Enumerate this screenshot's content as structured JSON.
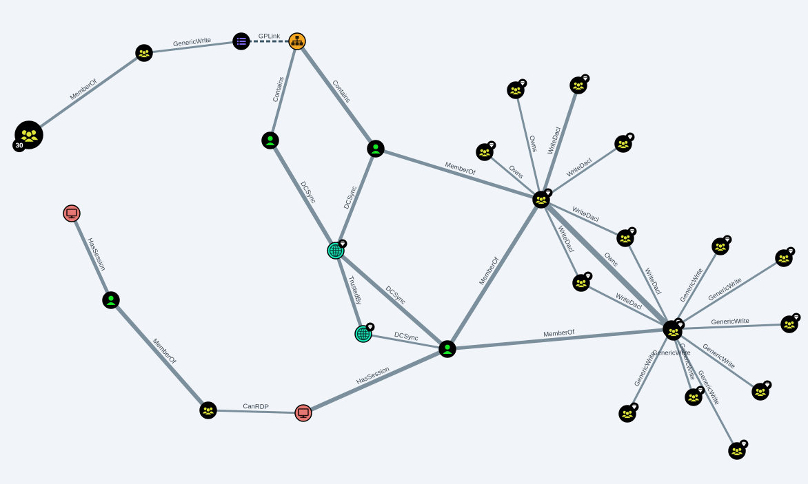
{
  "graph": {
    "background": "#f1f5f9",
    "edge_color": "#7b8f9c",
    "edge_dashed_color": "#3a5566",
    "node_colors": {
      "group": "#dde339",
      "user": "#17e625",
      "computer": "#e67873",
      "domain": "#17e6b9",
      "ou": "#f5a623",
      "gpo": "#7b68ee"
    },
    "nodes": [
      {
        "id": "grp30",
        "type": "group",
        "big": true,
        "count": "30"
      },
      {
        "id": "grpTop",
        "type": "group"
      },
      {
        "id": "gpo",
        "type": "gpo"
      },
      {
        "id": "ou",
        "type": "ou"
      },
      {
        "id": "userA",
        "type": "user"
      },
      {
        "id": "userB",
        "type": "user"
      },
      {
        "id": "dom1",
        "type": "domain",
        "badge": true
      },
      {
        "id": "dom2",
        "type": "domain",
        "badge": true
      },
      {
        "id": "userC",
        "type": "user"
      },
      {
        "id": "compTop",
        "type": "computer"
      },
      {
        "id": "userD",
        "type": "user"
      },
      {
        "id": "grpCanRDP",
        "type": "group"
      },
      {
        "id": "compBot",
        "type": "computer"
      },
      {
        "id": "hubA",
        "type": "group",
        "badge": true
      },
      {
        "id": "hubB",
        "type": "group",
        "badge": true
      },
      {
        "id": "aTop1",
        "type": "group",
        "badge": true
      },
      {
        "id": "aTop2",
        "type": "group",
        "badge": true
      },
      {
        "id": "aLeft",
        "type": "group",
        "badge": true
      },
      {
        "id": "aRight",
        "type": "group",
        "badge": true
      },
      {
        "id": "mid1",
        "type": "group",
        "badge": true
      },
      {
        "id": "mid2",
        "type": "group",
        "badge": true
      },
      {
        "id": "b1",
        "type": "group",
        "badge": true
      },
      {
        "id": "b2",
        "type": "group",
        "badge": true
      },
      {
        "id": "b3",
        "type": "group",
        "badge": true
      },
      {
        "id": "b4",
        "type": "group",
        "badge": true
      },
      {
        "id": "b5",
        "type": "group",
        "badge": true
      },
      {
        "id": "b6",
        "type": "group",
        "badge": true
      },
      {
        "id": "b7",
        "type": "group",
        "badge": true
      },
      {
        "id": "b8",
        "type": "group",
        "badge": true
      }
    ],
    "edges": [
      {
        "from": "grp30",
        "to": "grpTop",
        "label": "MemberOf",
        "weight": 4
      },
      {
        "from": "grpTop",
        "to": "gpo",
        "label": "GenericWrite",
        "weight": 3
      },
      {
        "from": "gpo",
        "to": "ou",
        "label": "GPLink",
        "weight": 3,
        "dashed": true
      },
      {
        "from": "ou",
        "to": "userA",
        "label": "Contains",
        "weight": 4
      },
      {
        "from": "ou",
        "to": "userB",
        "label": "Contains",
        "weight": 6
      },
      {
        "from": "userA",
        "to": "dom1",
        "label": "DCSync",
        "weight": 6
      },
      {
        "from": "userB",
        "to": "dom1",
        "label": "DCSync",
        "weight": 5
      },
      {
        "from": "userB",
        "to": "hubA",
        "label": "MemberOf",
        "weight": 5
      },
      {
        "from": "dom1",
        "to": "dom2",
        "label": "TrustedBy",
        "weight": 5
      },
      {
        "from": "dom1",
        "to": "userC",
        "label": "DCSync",
        "weight": 6
      },
      {
        "from": "dom2",
        "to": "userC",
        "label": "DCSync",
        "weight": 3
      },
      {
        "from": "userC",
        "to": "hubA",
        "label": "MemberOf",
        "weight": 6
      },
      {
        "from": "userC",
        "to": "hubB",
        "label": "MemberOf",
        "weight": 5
      },
      {
        "from": "compTop",
        "to": "userD",
        "label": "HasSession",
        "weight": 5
      },
      {
        "from": "userD",
        "to": "grpCanRDP",
        "label": "MemberOf",
        "weight": 6
      },
      {
        "from": "grpCanRDP",
        "to": "compBot",
        "label": "CanRDP",
        "weight": 3
      },
      {
        "from": "compBot",
        "to": "userC",
        "label": "HasSession",
        "weight": 6
      },
      {
        "from": "hubA",
        "to": "aTop1",
        "label": "Owns",
        "weight": 3
      },
      {
        "from": "hubA",
        "to": "aTop2",
        "label": "WriteDacl",
        "weight": 5
      },
      {
        "from": "hubA",
        "to": "aLeft",
        "label": "Owns",
        "weight": 3
      },
      {
        "from": "hubA",
        "to": "aRight",
        "label": "WriteDacl",
        "weight": 3
      },
      {
        "from": "hubA",
        "to": "mid1",
        "label": "WriteDacl",
        "weight": 3
      },
      {
        "from": "hubA",
        "to": "mid2",
        "label": "WriteDacl",
        "weight": 3
      },
      {
        "from": "hubA",
        "to": "hubB",
        "label": "Owns",
        "weight": 8
      },
      {
        "from": "mid1",
        "to": "hubB",
        "label": "WriteDacl",
        "weight": 3
      },
      {
        "from": "mid2",
        "to": "hubB",
        "label": "WriteDacl",
        "weight": 3
      },
      {
        "from": "hubB",
        "to": "b1",
        "label": "GenericWrite",
        "weight": 3
      },
      {
        "from": "hubB",
        "to": "b2",
        "label": "GenericWrite",
        "weight": 3
      },
      {
        "from": "hubB",
        "to": "b3",
        "label": "GenericWrite",
        "weight": 3
      },
      {
        "from": "hubB",
        "to": "b4",
        "label": "GenericWrite",
        "weight": 3
      },
      {
        "from": "hubB",
        "to": "b5",
        "label": "GenericWrite",
        "weight": 3
      },
      {
        "from": "hubB",
        "to": "b6",
        "label": "GenericWrite",
        "weight": 3
      },
      {
        "from": "hubB",
        "to": "b7",
        "label": "GenericWrite",
        "weight": 3
      },
      {
        "from": "hubB",
        "to": "b8",
        "label": "GenericWrite",
        "weight": 3
      }
    ]
  }
}
